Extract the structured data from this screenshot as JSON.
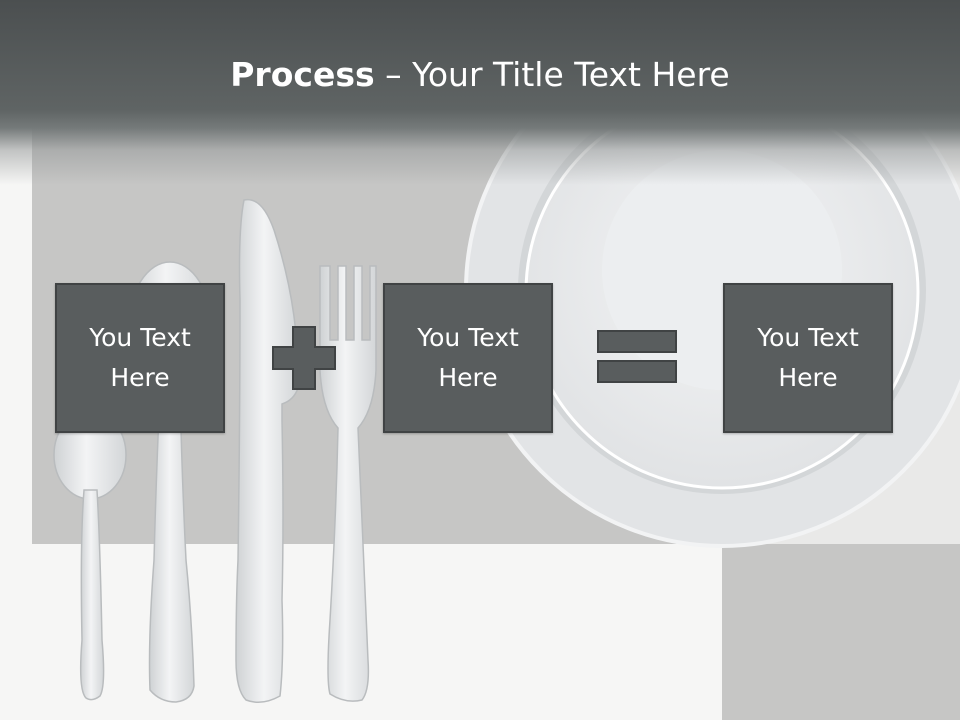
{
  "slide": {
    "title_bold": "Process",
    "title_rest": " – Your Title Text Here"
  },
  "boxes": [
    {
      "text": "You Text Here"
    },
    {
      "text": "You Text Here"
    },
    {
      "text": "You Text Here"
    }
  ],
  "operators": {
    "first": "plus",
    "second": "equals"
  },
  "colors": {
    "header": "#5f6464",
    "box_fill": "#595d5e",
    "box_border": "#404344",
    "placemat": "#c6c6c5",
    "background": "#f6f6f5"
  }
}
